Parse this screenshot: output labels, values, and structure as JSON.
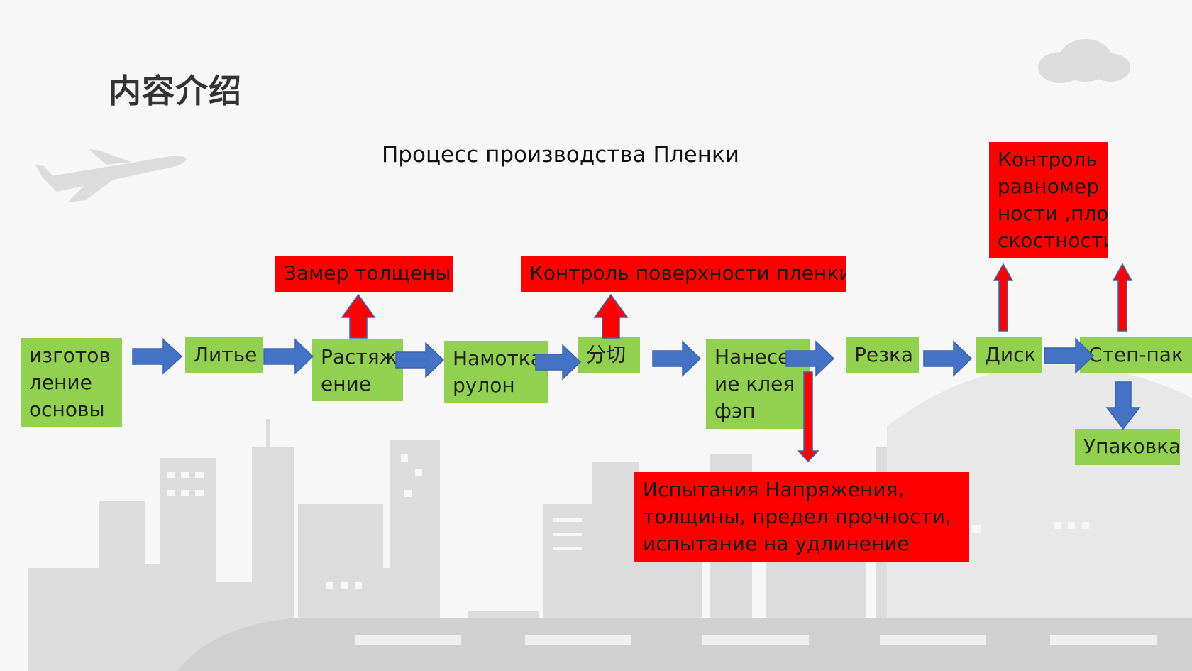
{
  "slide": {
    "title": "内容介绍",
    "subtitle": "Процесс производства Пленки"
  },
  "process": {
    "steps": [
      {
        "id": "base",
        "lines": [
          "изготов",
          "ление",
          "основы"
        ]
      },
      {
        "id": "casting",
        "lines": [
          "Литье"
        ]
      },
      {
        "id": "stretch",
        "lines": [
          "Растяж",
          "ение"
        ]
      },
      {
        "id": "winding",
        "lines": [
          "Намотка",
          "рулон"
        ]
      },
      {
        "id": "slitting",
        "lines": [
          "分切"
        ]
      },
      {
        "id": "glue",
        "lines": [
          "Нанесе",
          "ие клея",
          "фэп"
        ]
      },
      {
        "id": "cut",
        "lines": [
          "Резка"
        ]
      },
      {
        "id": "disk",
        "lines": [
          "Диск"
        ]
      },
      {
        "id": "steppack",
        "lines": [
          "Степ-пак"
        ]
      },
      {
        "id": "packing",
        "lines": [
          "Упаковка"
        ]
      }
    ],
    "checks": [
      {
        "id": "thickness",
        "lines": [
          "Замер толщены"
        ]
      },
      {
        "id": "surface",
        "lines": [
          "Контроль поверхности пленки"
        ]
      },
      {
        "id": "flatness",
        "lines": [
          "Контроль",
          "равномер",
          "ности ,пло",
          "скостности"
        ]
      },
      {
        "id": "tests",
        "lines": [
          "Испытания Напряжения,",
          "толщины, предел прочности,",
          "испытание на удлинение"
        ]
      }
    ]
  },
  "colors": {
    "step_fill": "#92d050",
    "check_fill": "#ff0000",
    "flow_arrow": "#4472c4",
    "check_arrow": "#ff0000",
    "background_art": "#d9d9d9"
  }
}
